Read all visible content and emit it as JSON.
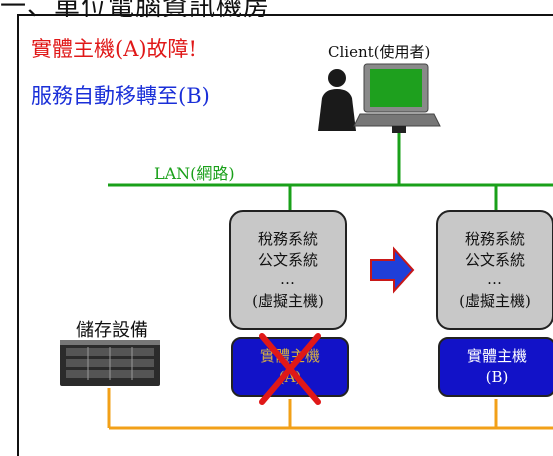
{
  "header": {
    "caption": "一、單位電腦資訊機房"
  },
  "notices": {
    "failure": "實體主機(A)故障!",
    "migration": "服務自動移轉至(B)"
  },
  "client": {
    "label": "Client(使用者)"
  },
  "network": {
    "label": "LAN(網路)",
    "line_color": "#1aa01a"
  },
  "storage": {
    "label": "儲存設備",
    "link_color": "#f2a018"
  },
  "hosts": [
    {
      "vm_services": [
        "稅務系統",
        "公文系統",
        "…"
      ],
      "vm_label": "(虛擬主機)",
      "host_label": "實體主機",
      "host_id": "(A)",
      "status": "failed"
    },
    {
      "vm_services": [
        "稅務系統",
        "公文系統",
        "…"
      ],
      "vm_label": "(虛擬主機)",
      "host_label": "實體主機",
      "host_id": "(B)",
      "status": "active"
    }
  ],
  "colors": {
    "failure_text": "#e01818",
    "migration_text": "#1a2fd8",
    "host_fill": "#1212c8",
    "vm_fill": "#c8c8c8",
    "migration_arrow": "#1f3fd8",
    "failure_cross": "#e01818"
  }
}
